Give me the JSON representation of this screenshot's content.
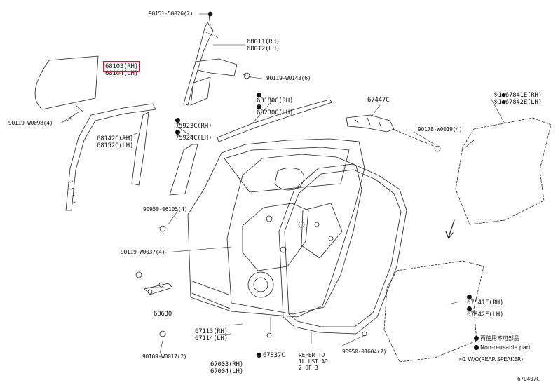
{
  "parts": {
    "bolt_top": "90151-50026(2)",
    "frame_rh": "68011(RH)",
    "frame_lh": "68012(LH)",
    "glass_rh": "68103(RH)",
    "glass_lh": "68104(LH)",
    "screw_frame": "90119-W0143(6)",
    "screw_glass": "90119-W0098(4)",
    "seal_rh": "68180C(RH)",
    "seal_lh": "68230C(LH)",
    "garnish_rh": "75923C(RH)",
    "garnish_lh": "75924C(LH)",
    "run_rh": "68142C(RH)",
    "run_lh": "68152C(LH)",
    "hinge": "67447C",
    "speaker_top_rh": "※1●67841E(RH)",
    "speaker_top_lh": "※1●67842E(LH)",
    "clip_hinge": "90178-W0019(4)",
    "clip_door": "90950-06105(4)",
    "bolt_door": "90119-W0037(4)",
    "cover_rh": "67841E(RH)",
    "cover_lh": "67842E(LH)",
    "check": "68630",
    "wstrip_rh": "67113(RH)",
    "wstrip_lh": "67114(LH)",
    "bolt_check": "90109-W0017(2)",
    "panel_rh": "67003(RH)",
    "panel_lh": "67004(LH)",
    "plug": "67837C",
    "clip_bottom": "90950-01604(2)"
  },
  "reference": [
    "REFER TO",
    "ILLUST AD",
    "2 OF 3"
  ],
  "legend": {
    "line1": "再使用不可部品",
    "line2": "Non-reusable part",
    "note": "※1 W/O(REAR SPEAKER)"
  },
  "figure_code": "67D407C",
  "highlight_color": "#b3223d"
}
